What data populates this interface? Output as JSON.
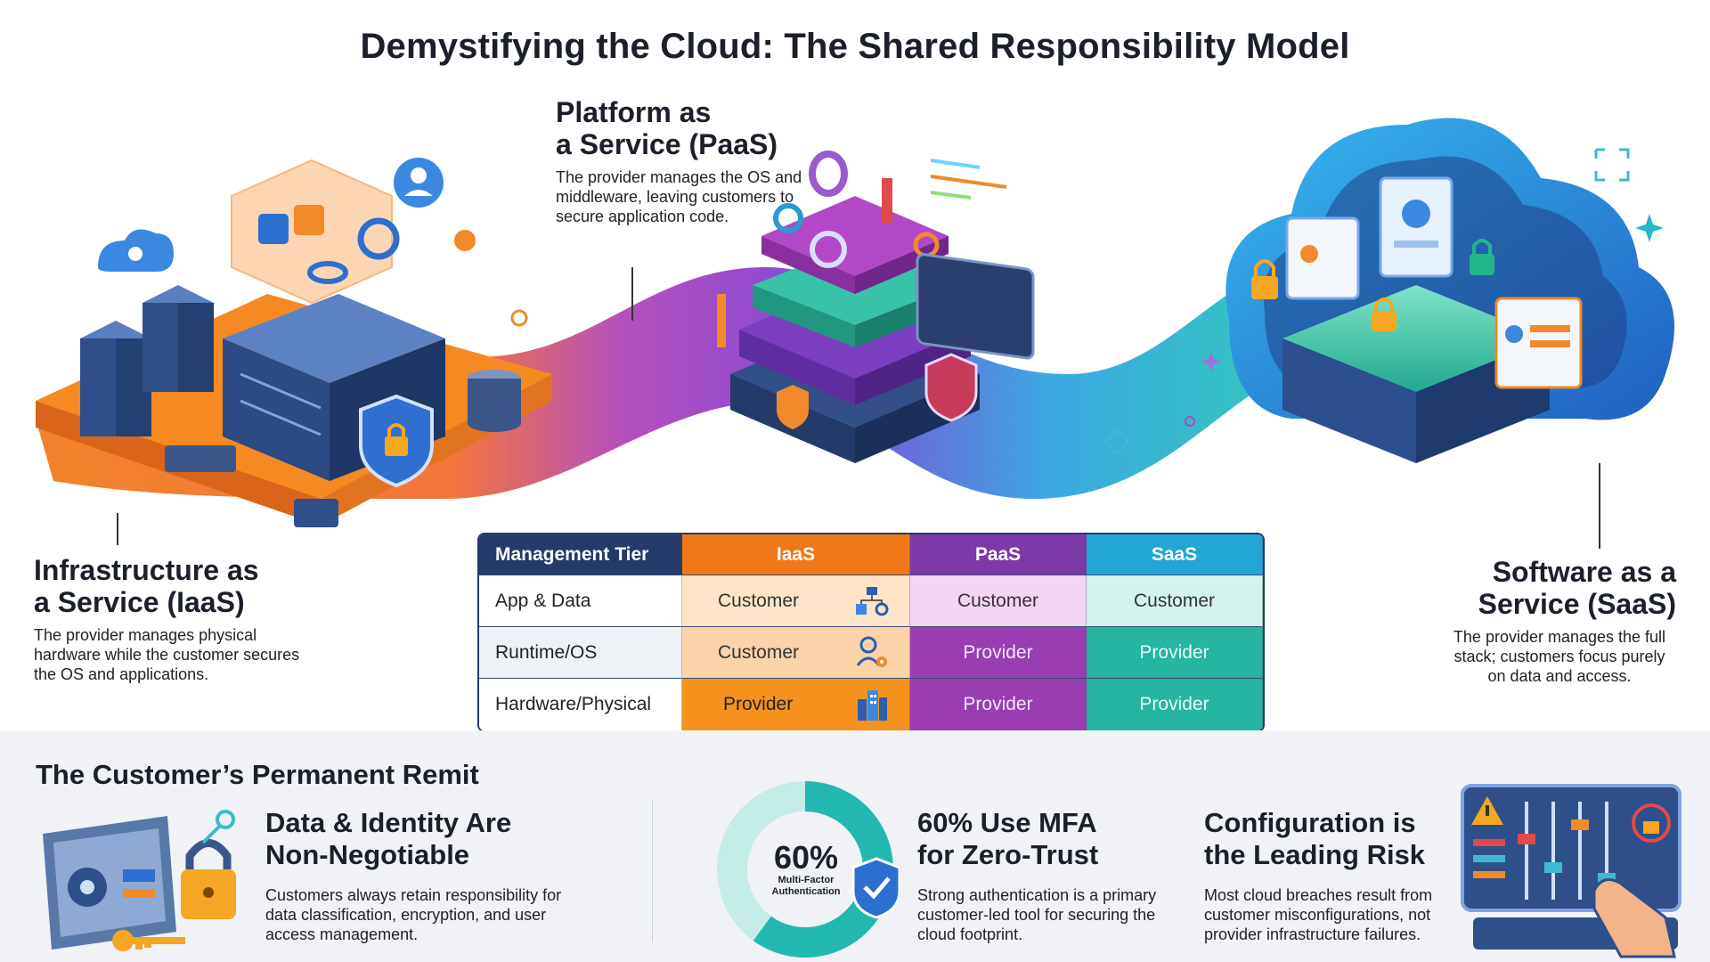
{
  "title": "Demystifying the Cloud: The Shared Responsibility Model",
  "models": {
    "iaas": {
      "title": "Infrastructure as a Service (IaaS)",
      "title_line1": "Infrastructure as",
      "title_line2": "a Service (IaaS)",
      "desc": "The provider manages physical hardware while the customer secures the OS and applications.",
      "color": "#f07818"
    },
    "paas": {
      "title": "Platform as a Service (PaaS)",
      "title_line1": "Platform as",
      "title_line2": "a Service (PaaS)",
      "desc": "The provider manages the OS and middleware, leaving customers to secure application code.",
      "color": "#7b3aa8"
    },
    "saas": {
      "title": "Software as a Service (SaaS)",
      "title_line1": "Software as a",
      "title_line2": "Service (SaaS)",
      "desc": "The provider manages the full stack; customers focus purely on data and access.",
      "color": "#22a6d6"
    }
  },
  "table": {
    "headers": [
      "Management Tier",
      "IaaS",
      "PaaS",
      "SaaS"
    ],
    "rows": [
      {
        "tier": "App & Data",
        "iaas": "Customer",
        "paas": "Customer",
        "saas": "Customer",
        "iaas_icon": "workflow-icon"
      },
      {
        "tier": "Runtime/OS",
        "iaas": "Customer",
        "paas": "Provider",
        "saas": "Provider",
        "iaas_icon": "user-gear-icon"
      },
      {
        "tier": "Hardware/Physical",
        "iaas": "Provider",
        "paas": "Provider",
        "saas": "Provider",
        "iaas_icon": "building-icon"
      }
    ]
  },
  "remit": {
    "title": "The Customer’s Permanent Remit",
    "features": [
      {
        "title_line1": "Data & Identity Are",
        "title_line2": "Non-Negotiable",
        "desc": "Customers always retain responsibility for data classification, encryption, and user access management.",
        "icon": "vault-lock-icon"
      },
      {
        "title_line1": "60% Use MFA",
        "title_line2": "for Zero-Trust",
        "desc": "Strong authentication is a primary customer-led tool for securing the cloud footprint.",
        "icon": "donut-shield-icon"
      },
      {
        "title_line1": "Configuration is",
        "title_line2": "the Leading Risk",
        "desc": "Most cloud breaches result from customer misconfigurations, not provider infrastructure failures.",
        "icon": "control-panel-icon"
      }
    ],
    "mfa": {
      "percent_label": "60%",
      "sub_line1": "Multi-Factor",
      "sub_line2": "Authentication",
      "fraction": 0.6
    }
  },
  "colors": {
    "iaas": "#f07818",
    "paas": "#7b3aa8",
    "saas": "#22a6d6",
    "navy": "#253a6a",
    "teal": "#25b5a0"
  }
}
